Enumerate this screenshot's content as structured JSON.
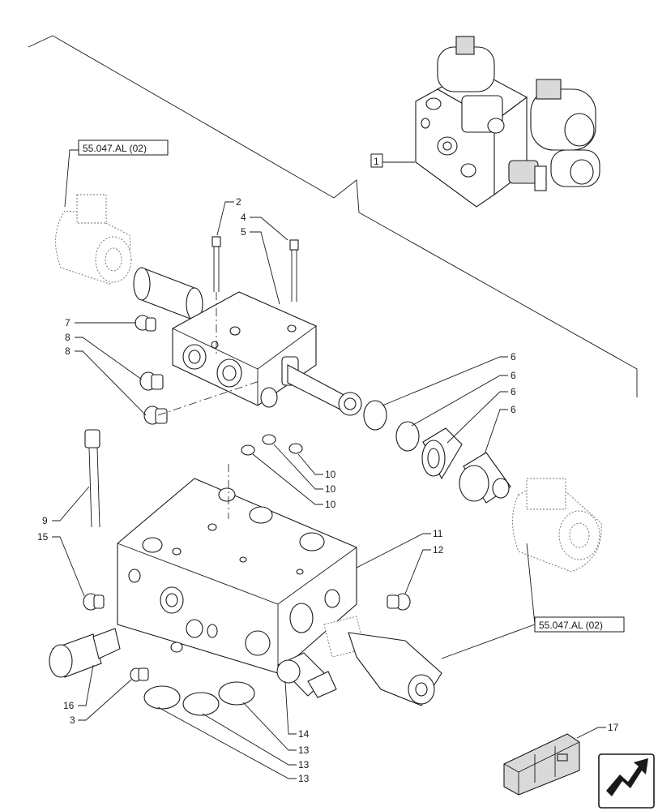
{
  "references": {
    "top_left": "55.047.AL (02)",
    "bottom_right": "55.047.AL (02)"
  },
  "assembly_label": "1",
  "callouts": {
    "c2": "2",
    "c4": "4",
    "c5": "5",
    "c7": "7",
    "c8a": "8",
    "c8b": "8",
    "c6a": "6",
    "c6b": "6",
    "c6c": "6",
    "c6d": "6",
    "c10a": "10",
    "c10b": "10",
    "c10c": "10",
    "c9": "9",
    "c15": "15",
    "c11": "11",
    "c12": "12",
    "c16": "16",
    "c3": "3",
    "c14": "14",
    "c13a": "13",
    "c13b": "13",
    "c13c": "13",
    "c17": "17"
  },
  "nav_icon": "next-page-arrow-icon"
}
